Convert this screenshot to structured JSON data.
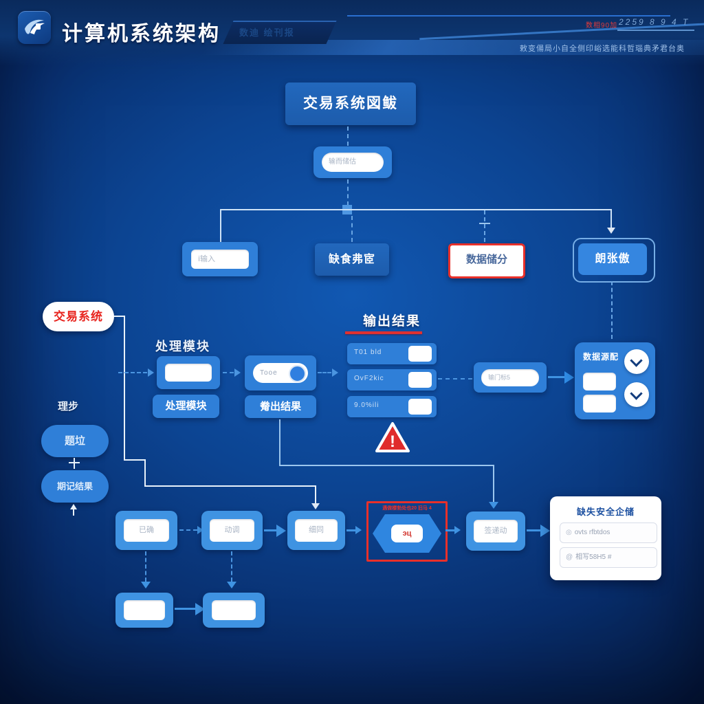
{
  "header": {
    "title": "计算机系统架构",
    "ribbon_badge": "数迪 绘刊报",
    "top_red_text": "数相90加",
    "top_code": "2259 8 9 4 T",
    "subtitle": "敕变偒局小自全侧印峪选能科哲瑙典矛君台奥"
  },
  "colors": {
    "background_center": "#1158b2",
    "background_edge": "#041839",
    "node_blue": "#2f7fd8",
    "accent_blue": "#3f93e2",
    "alert_red": "#e8302a",
    "line_light": "#cfe3f7"
  },
  "icons": {
    "logo": "swoosh-logo",
    "warning": "warning-triangle",
    "chevron": "chevron-down",
    "toggle": "toggle-on",
    "field1_icon": "◎",
    "field2_icon": "@"
  },
  "diagram": {
    "root_box": "交易系统図鲅",
    "root_input_placeholder": "输而储估",
    "branch_row": {
      "input_placeholder": "ⅰ输入",
      "option_box": "缺食弗宧",
      "data_box": "数据储分",
      "model_box": "朗张傲"
    },
    "left": {
      "system_pill": "交易系统",
      "step_label": "理步",
      "pill_top": "题垃",
      "pill_bottom": "期记结果"
    },
    "process": {
      "label": "处理模块",
      "pill": "处理模块",
      "toggle_text": "Tooe",
      "output_pill": "觠出结果"
    },
    "output": {
      "title": "输出结果",
      "rows": [
        {
          "label": "T01 bld"
        },
        {
          "label": "OvF2kic"
        },
        {
          "label": "9.0%ili"
        }
      ]
    },
    "target_input_placeholder": "输门标5",
    "source_panel": {
      "title": "数据源配"
    },
    "warning_mark": "!",
    "bottom_flow": {
      "step1": "已确",
      "step2": "动调",
      "step3": "细同",
      "red_caption": "遇做楼勃处也20 旧马 4",
      "hex_label": "эц",
      "step_next": "签递动"
    },
    "card": {
      "title": "缺失安全企储",
      "field1_placeholder": "ovts rfbtdos",
      "field2_placeholder": "相写58H5 #"
    }
  }
}
